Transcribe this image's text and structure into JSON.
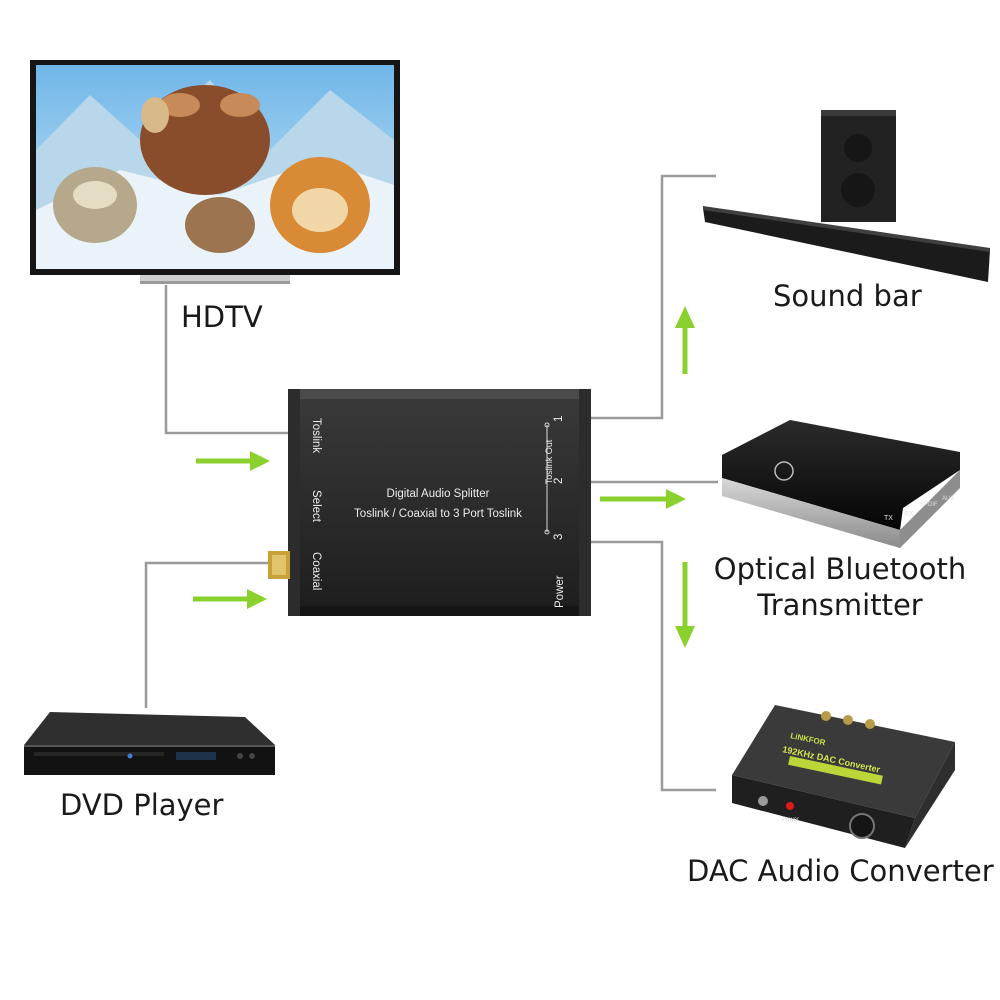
{
  "labels": {
    "hdtv": "HDTV",
    "dvd_player": "DVD Player",
    "sound_bar": "Sound bar",
    "bt_line1": "Optical Bluetooth",
    "bt_line2": "Transmitter",
    "dac": "DAC Audio Converter"
  },
  "splitter": {
    "title": "Digital Audio Splitter",
    "subtitle": "Toslink / Coaxial to 3 Port Toslink",
    "toslink": "Toslink",
    "select": "Select",
    "coaxial": "Coaxial",
    "toslink_out": "Toslink Out",
    "power": "Power",
    "port_1": "1",
    "port_2": "2",
    "port_3": "3"
  },
  "bt_transmitter": {
    "tx": "TX",
    "rx": "RX",
    "spdif": "SPDIF",
    "aux": "AUX"
  },
  "dac_device": {
    "brand": "LiNKFOR",
    "model": "192KHz DAC Converter",
    "power": "Power"
  },
  "colors": {
    "arrow": "#8bd12e",
    "line": "#9a9a9a",
    "device": "#2a2a2a"
  }
}
